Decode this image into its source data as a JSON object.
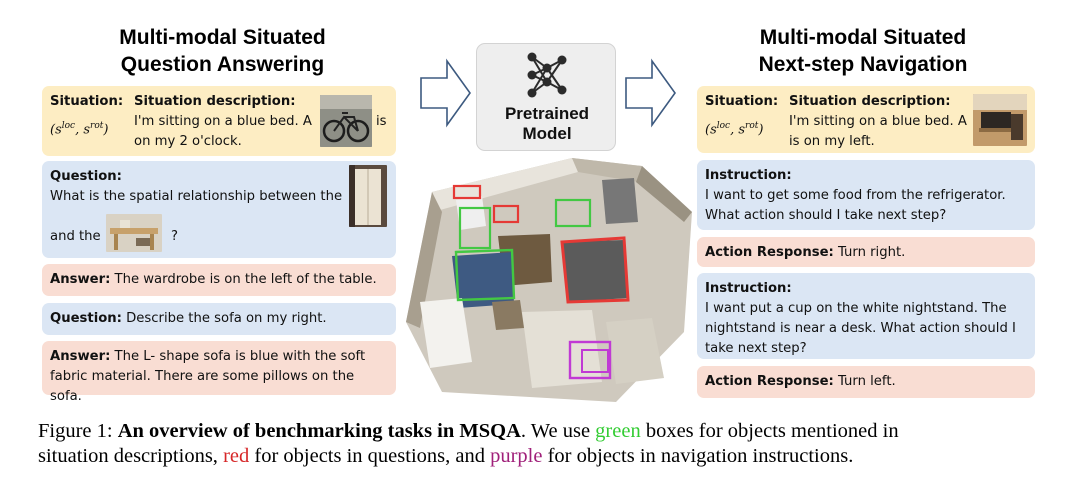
{
  "left": {
    "title_line1": "Multi-modal Situated",
    "title_line2": "Question Answering",
    "situation_label": "Situation:",
    "situation_desc_label": "Situation description:",
    "situation_desc_1": "I'm sitting on a  blue bed. A",
    "situation_desc_is": "is",
    "situation_desc_2": "on my 2 o'clock.",
    "question1_label": "Question:",
    "question1_line1": "What is the spatial relationship between  the",
    "question1_and_the": "and the",
    "question1_qmark": "?",
    "answer1_label": "Answer:",
    "answer1_text": " The wardrobe is on the left of the table.",
    "question2_label": "Question:",
    "question2_text": " Describe the sofa on my right.",
    "answer2_label": "Answer:",
    "answer2_line1": " The L- shape sofa is blue with the soft",
    "answer2_line2": "fabric material. There are some pillows on the sofa."
  },
  "center": {
    "model_line1": "Pretrained",
    "model_line2": "Model"
  },
  "right": {
    "title_line1": "Multi-modal Situated",
    "title_line2": "Next-step Navigation",
    "situation_label": "Situation:",
    "situation_desc_label": "Situation description:",
    "situation_desc_1": "I'm sitting on a blue bed. A",
    "situation_desc_2": "is on my left.",
    "instruction1_label": "Instruction:",
    "instruction1_line1": "I want to get some food from the refrigerator.",
    "instruction1_line2": "What action should I take next step?",
    "action1_label": "Action Response:",
    "action1_text": " Turn right.",
    "instruction2_label": "Instruction:",
    "instruction2_line1": "I want put a cup on the white nightstand. The",
    "instruction2_line2": "nightstand is near a desk. What action should I",
    "instruction2_line3": "take next step?",
    "action2_label": "Action Response:",
    "action2_text": " Turn left."
  },
  "caption": {
    "prefix": "Figure 1: ",
    "bold": "An overview of benchmarking tasks in MSQA",
    "t1": ". We use ",
    "green": "green",
    "t2": " boxes for objects mentioned in",
    "t3": "situation descriptions, ",
    "red": "red",
    "t4": " for objects in questions, and ",
    "purple": "purple",
    "t5": " for objects in navigation instructions."
  },
  "colors": {
    "yellow_box": "#fdedc3",
    "blue_box": "#dbe6f4",
    "pink_box": "#f9ddd3",
    "green": "#33cc33",
    "red": "#d62728",
    "purple": "#a0207a"
  },
  "icons": {
    "arrow": "right-arrow-icon",
    "model": "neural-network-icon"
  }
}
